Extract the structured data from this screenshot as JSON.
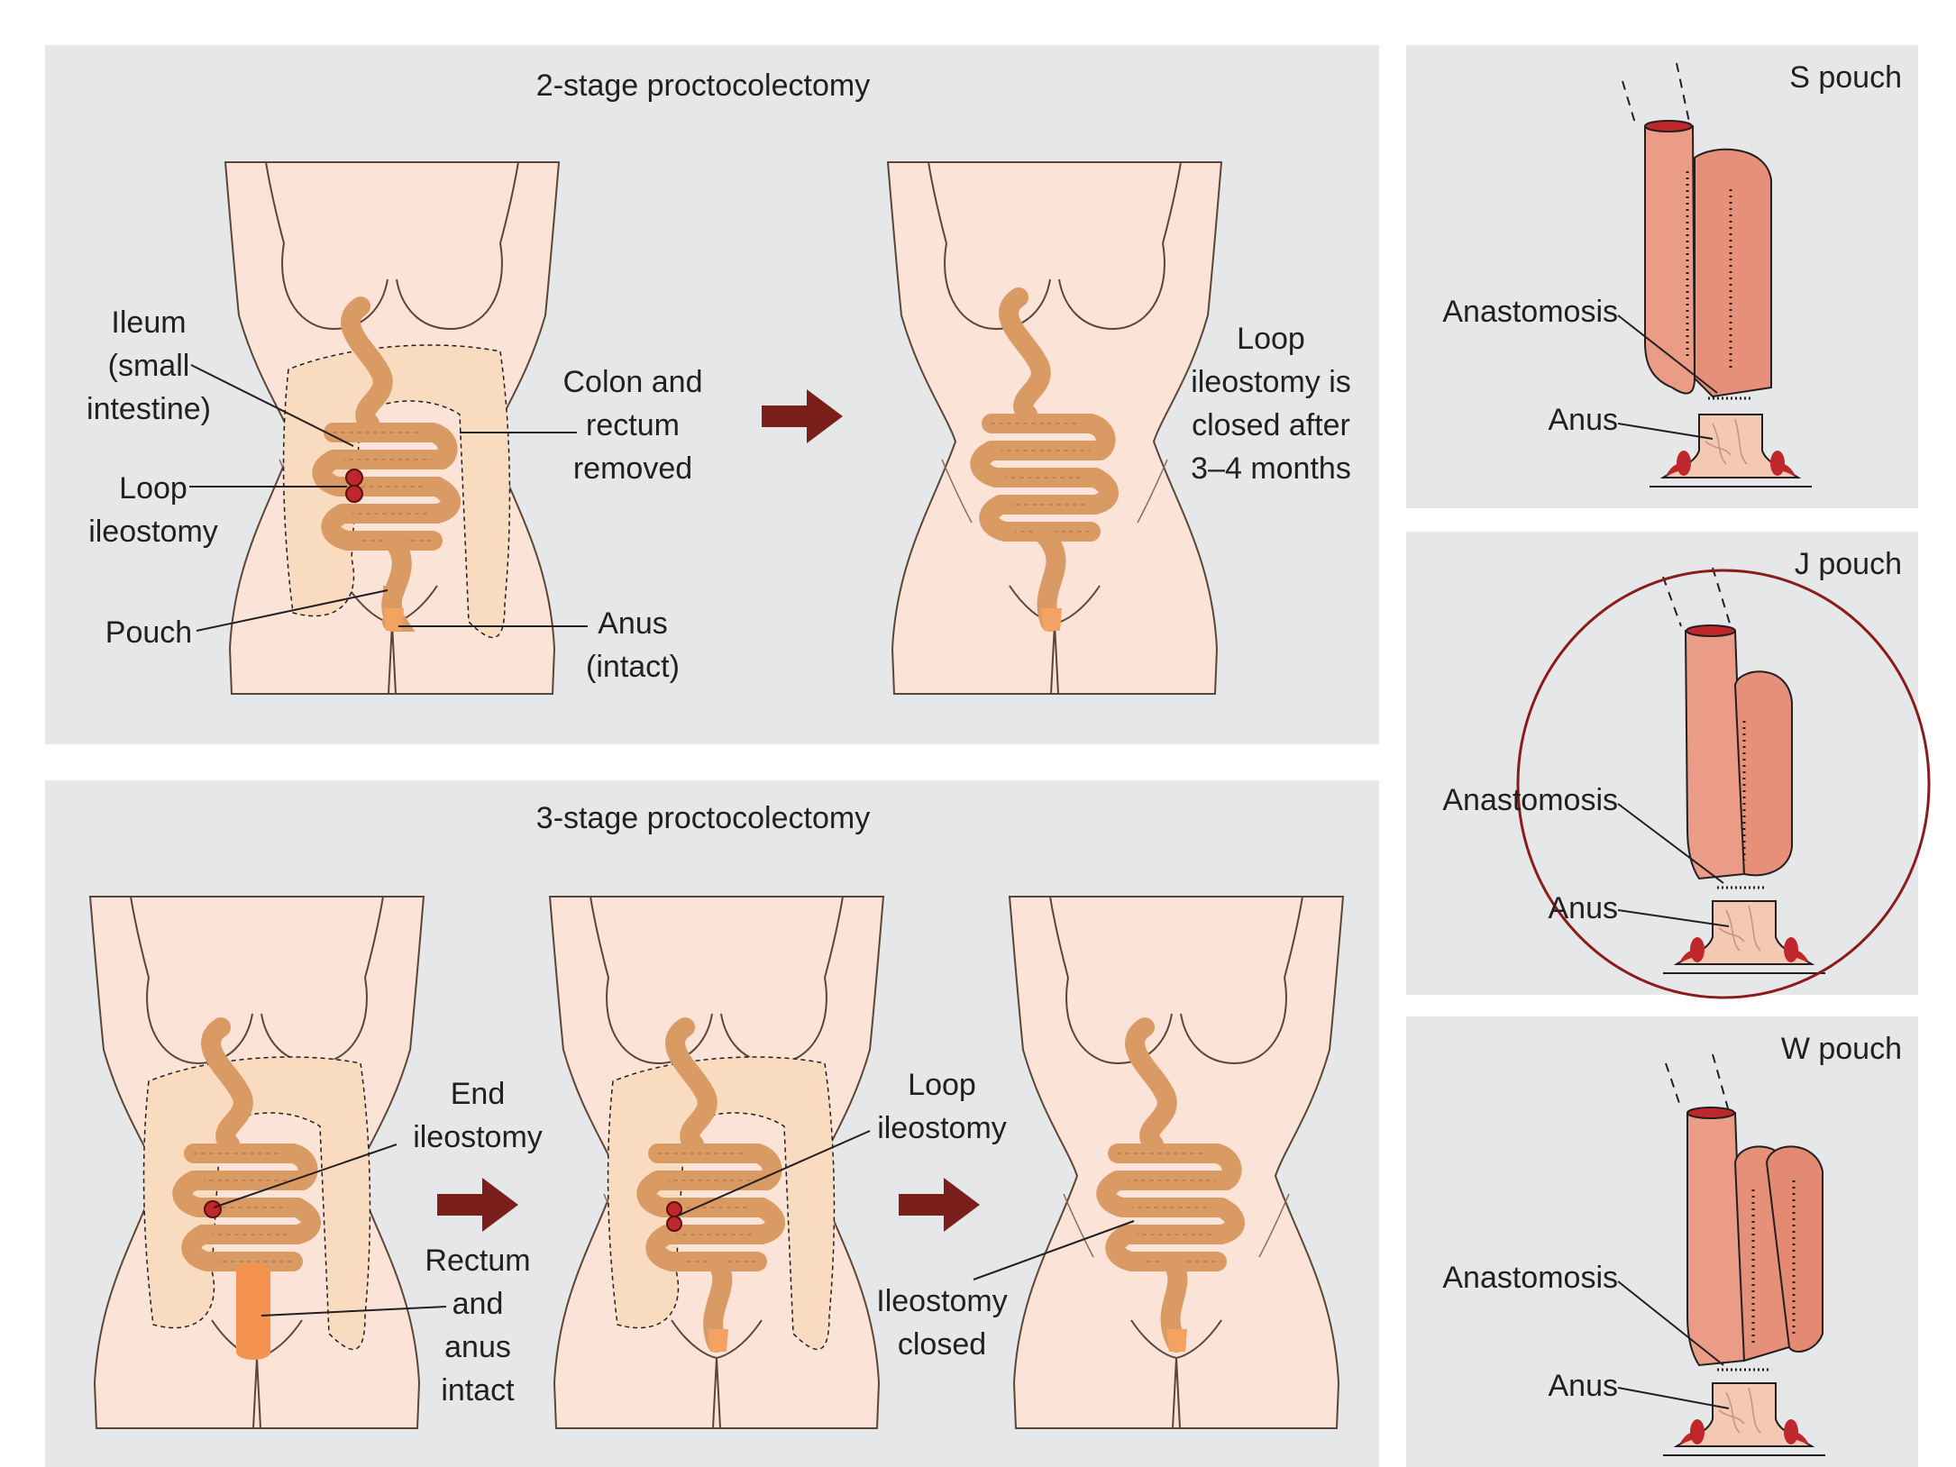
{
  "two_stage": {
    "title": "2-stage proctocolectomy",
    "ileum": [
      "Ileum",
      "(small",
      "intestine)"
    ],
    "loop_ileostomy": [
      "Loop",
      "ileostomy"
    ],
    "pouch": "Pouch",
    "colon_removed": [
      "Colon and",
      "rectum",
      "removed"
    ],
    "anus_intact": [
      "Anus",
      "(intact)"
    ],
    "loop_closed": [
      "Loop",
      "ileostomy is",
      "closed after",
      "3–4 months"
    ]
  },
  "three_stage": {
    "title": "3-stage proctocolectomy",
    "end_ileostomy": [
      "End",
      "ileostomy"
    ],
    "rectum_anus": [
      "Rectum",
      "and",
      "anus",
      "intact"
    ],
    "loop_ileostomy": [
      "Loop",
      "ileostomy"
    ],
    "ileostomy_closed": [
      "Ileostomy",
      "closed"
    ]
  },
  "pouches": {
    "s_title": "S pouch",
    "j_title": "J pouch",
    "w_title": "W pouch",
    "anastomosis": "Anastomosis",
    "anus": "Anus"
  },
  "colors": {
    "panel": "#e6e7e8",
    "skin": "#fbe3d8",
    "skin_outline": "#5a4636",
    "bowel": "#d99a63",
    "colon_area": "#f9dcbf",
    "pouch_tissue": "#ea9c86",
    "arrow": "#7a1f1a",
    "highlight_ring": "#8b1a1a",
    "stoma": "#c0272d"
  }
}
